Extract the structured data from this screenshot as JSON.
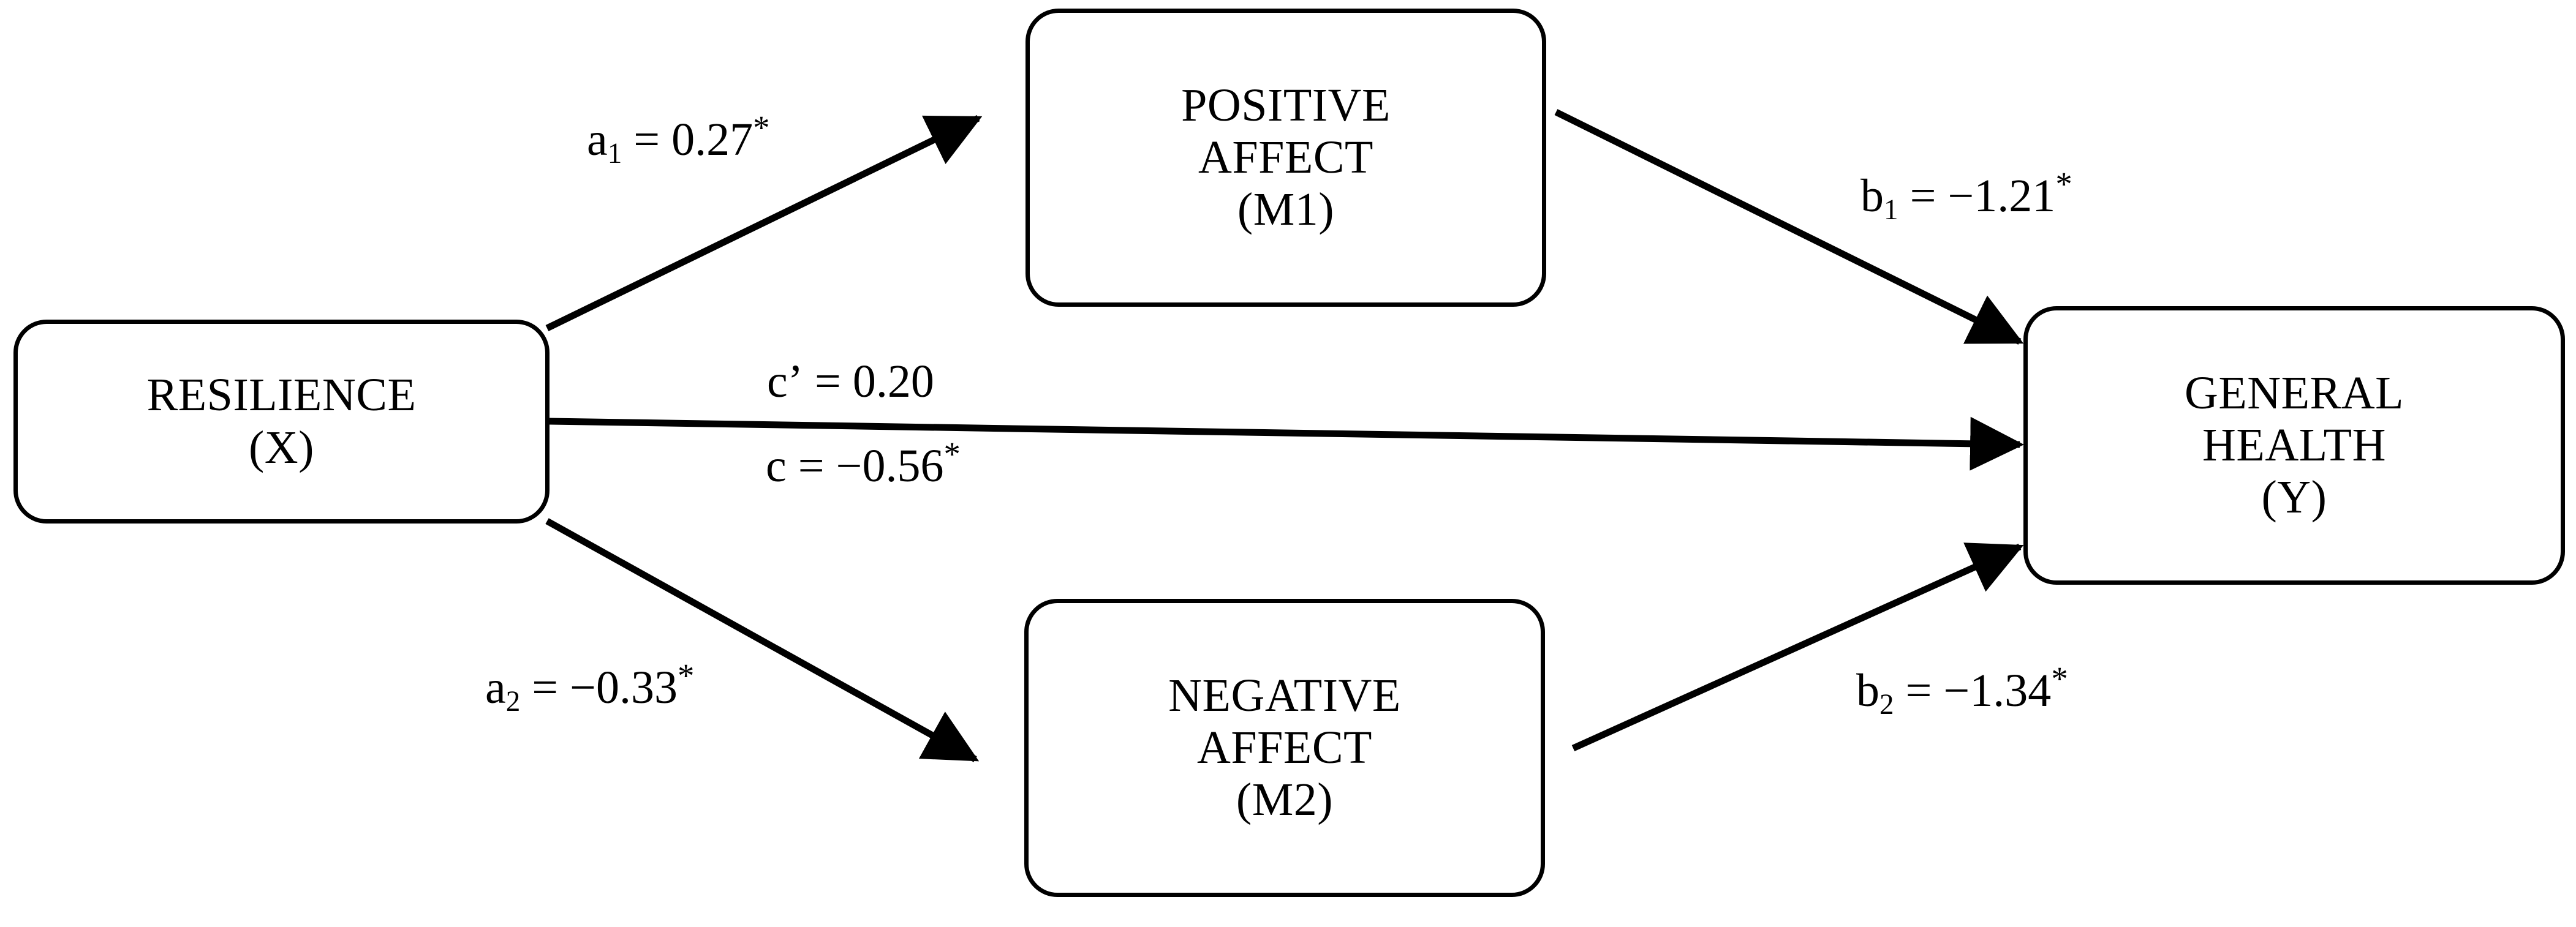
{
  "diagram": {
    "type": "mediation-path-diagram",
    "background_color": "#ffffff",
    "stroke_color": "#000000",
    "nodes": [
      {
        "id": "x",
        "name": "resilience",
        "title": "RESILIENCE",
        "symbol": "(X)",
        "role": "predictor"
      },
      {
        "id": "m1",
        "name": "positive-affect",
        "title_line1": "POSITIVE",
        "title_line2": "AFFECT",
        "symbol": "(M1)",
        "role": "mediator"
      },
      {
        "id": "m2",
        "name": "negative-affect",
        "title_line1": "NEGATIVE",
        "title_line2": "AFFECT",
        "symbol": "(M2)",
        "role": "mediator"
      },
      {
        "id": "y",
        "name": "general-health",
        "title_line1": "GENERAL",
        "title_line2": "HEALTH",
        "symbol": "(Y)",
        "role": "outcome"
      }
    ],
    "paths": [
      {
        "id": "a1",
        "coefficient_name": "a",
        "subscript": "1",
        "equals": " = ",
        "value": "0.27",
        "significance": "*",
        "from": "x",
        "to": "m1"
      },
      {
        "id": "b1",
        "coefficient_name": "b",
        "subscript": "1",
        "equals": " = ",
        "value": "−1.21",
        "significance": "*",
        "from": "m1",
        "to": "y"
      },
      {
        "id": "cprime",
        "coefficient_name": "c’",
        "subscript": "",
        "equals": " = ",
        "value": "0.20",
        "significance": "",
        "from": "x",
        "to": "y"
      },
      {
        "id": "c",
        "coefficient_name": "c",
        "subscript": "",
        "equals": " = ",
        "value": "−0.56",
        "significance": "*",
        "from": "x",
        "to": "y"
      },
      {
        "id": "a2",
        "coefficient_name": "a",
        "subscript": "2",
        "equals": " = ",
        "value": "−0.33",
        "significance": "*",
        "from": "x",
        "to": "m2"
      },
      {
        "id": "b2",
        "coefficient_name": "b",
        "subscript": "2",
        "equals": " = ",
        "value": "−1.34",
        "significance": "*",
        "from": "m2",
        "to": "y"
      }
    ]
  }
}
